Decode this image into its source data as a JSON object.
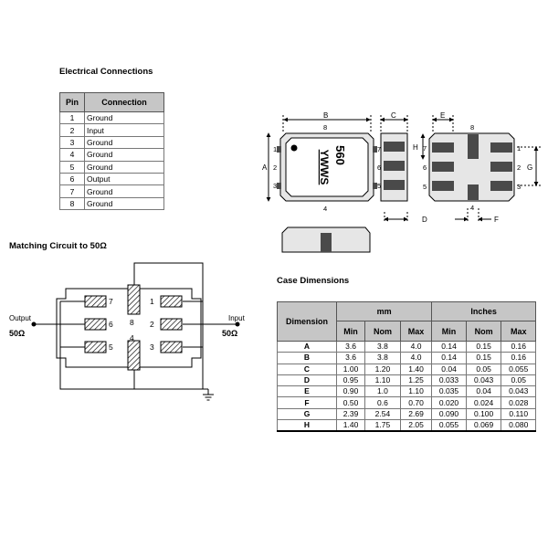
{
  "electrical": {
    "title": "Electrical Connections",
    "headers": [
      "Pin",
      "Connection"
    ],
    "rows": [
      {
        "pin": "1",
        "connection": "Ground"
      },
      {
        "pin": "2",
        "connection": "Input"
      },
      {
        "pin": "3",
        "connection": "Ground"
      },
      {
        "pin": "4",
        "connection": "Ground"
      },
      {
        "pin": "5",
        "connection": "Ground"
      },
      {
        "pin": "6",
        "connection": "Output"
      },
      {
        "pin": "7",
        "connection": "Ground"
      },
      {
        "pin": "8",
        "connection": "Ground"
      }
    ]
  },
  "matching": {
    "title": "Matching Circuit to 50Ω",
    "output_label": "Output",
    "input_label": "Input",
    "impedance_left": "50Ω",
    "impedance_right": "50Ω",
    "pins": [
      "7",
      "6",
      "5",
      "1",
      "2",
      "3",
      "8",
      "4"
    ]
  },
  "package": {
    "marking_code": "560",
    "marking_date": "YWWS",
    "dim_labels": [
      "A",
      "B",
      "C",
      "D",
      "E",
      "F",
      "G",
      "H"
    ],
    "pins": [
      "1",
      "2",
      "3",
      "4",
      "5",
      "6",
      "7",
      "8"
    ]
  },
  "case": {
    "title": "Case Dimensions",
    "dimension_header": "Dimension",
    "group_mm": "mm",
    "group_inches": "Inches",
    "subheaders": [
      "Min",
      "Nom",
      "Max",
      "Min",
      "Nom",
      "Max"
    ],
    "rows": [
      {
        "dim": "A",
        "mm_min": "3.6",
        "mm_nom": "3.8",
        "mm_max": "4.0",
        "in_min": "0.14",
        "in_nom": "0.15",
        "in_max": "0.16"
      },
      {
        "dim": "B",
        "mm_min": "3.6",
        "mm_nom": "3.8",
        "mm_max": "4.0",
        "in_min": "0.14",
        "in_nom": "0.15",
        "in_max": "0.16"
      },
      {
        "dim": "C",
        "mm_min": "1.00",
        "mm_nom": "1.20",
        "mm_max": "1.40",
        "in_min": "0.04",
        "in_nom": "0.05",
        "in_max": "0.055"
      },
      {
        "dim": "D",
        "mm_min": "0.95",
        "mm_nom": "1.10",
        "mm_max": "1.25",
        "in_min": "0.033",
        "in_nom": "0.043",
        "in_max": "0.05"
      },
      {
        "dim": "E",
        "mm_min": "0.90",
        "mm_nom": "1.0",
        "mm_max": "1.10",
        "in_min": "0.035",
        "in_nom": "0.04",
        "in_max": "0.043"
      },
      {
        "dim": "F",
        "mm_min": "0.50",
        "mm_nom": "0.6",
        "mm_max": "0.70",
        "in_min": "0.020",
        "in_nom": "0.024",
        "in_max": "0.028"
      },
      {
        "dim": "G",
        "mm_min": "2.39",
        "mm_nom": "2.54",
        "mm_max": "2.69",
        "in_min": "0.090",
        "in_nom": "0.100",
        "in_max": "0.110"
      },
      {
        "dim": "H",
        "mm_min": "1.40",
        "mm_nom": "1.75",
        "mm_max": "2.05",
        "in_min": "0.055",
        "in_nom": "0.069",
        "in_max": "0.080"
      }
    ]
  },
  "colors": {
    "header_fill": "#c6c6c6",
    "pad_fill": "#4a4a4a",
    "body_fill": "#e6e6e6"
  }
}
